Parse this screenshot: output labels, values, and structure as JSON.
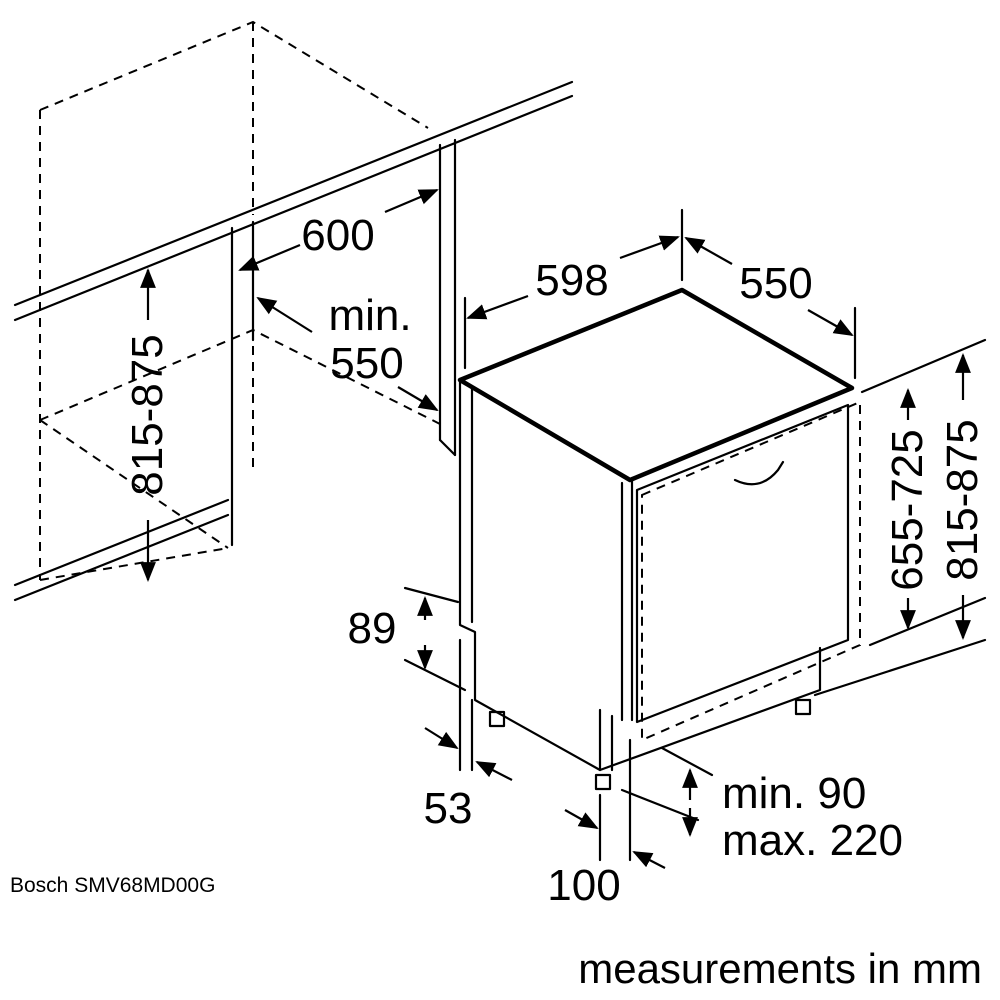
{
  "model_label": "Bosch SMV68MD00G",
  "units_caption": "measurements in mm",
  "niche": {
    "width": "600",
    "min_depth_line1": "min.",
    "min_depth_line2": "550",
    "height": "815-875"
  },
  "appliance": {
    "width": "598",
    "depth": "550",
    "door_height": "655-725",
    "total_height": "815-875",
    "plinth_recess_height": "89",
    "foot_setback": "53",
    "plinth_offset": "100",
    "plinth_height_line1": "min. 90",
    "plinth_height_line2": "max. 220"
  }
}
